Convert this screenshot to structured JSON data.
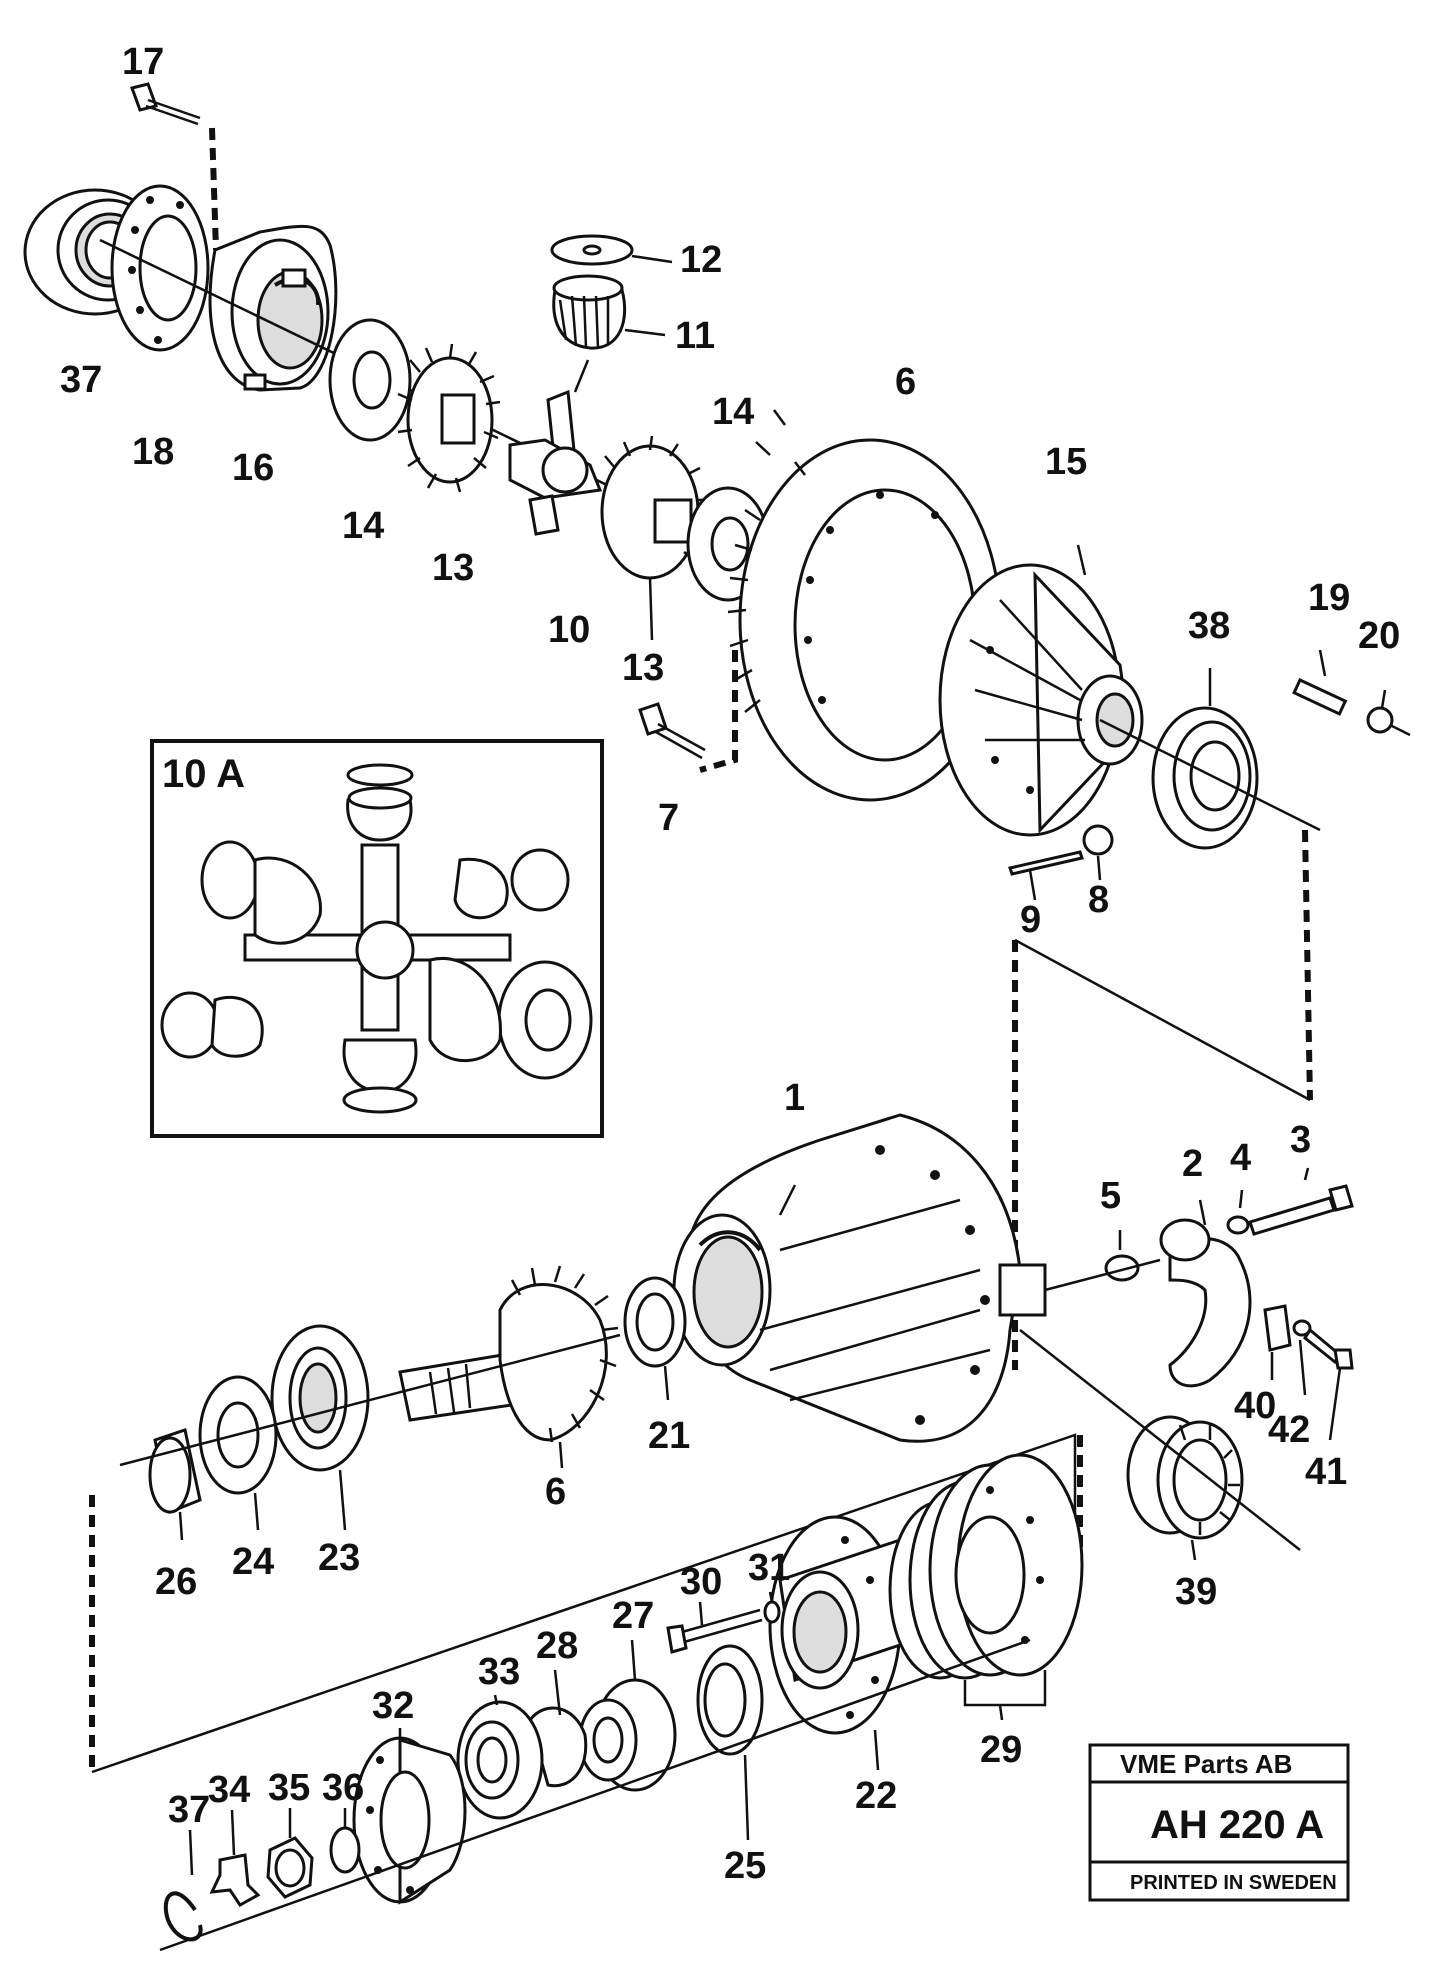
{
  "diagram": {
    "inset_label": "10 A",
    "title_block": {
      "company": "VME Parts AB",
      "code": "AH 220 A",
      "footer": "PRINTED IN SWEDEN"
    },
    "callouts": {
      "c1": "1",
      "c2": "2",
      "c3": "3",
      "c4": "4",
      "c5": "5",
      "c6a": "6",
      "c6b": "6",
      "c7": "7",
      "c8": "8",
      "c9": "9",
      "c10": "10",
      "c11": "11",
      "c12": "12",
      "c13a": "13",
      "c13b": "13",
      "c14a": "14",
      "c14b": "14",
      "c15": "15",
      "c16": "16",
      "c17": "17",
      "c18": "18",
      "c19": "19",
      "c20": "20",
      "c21": "21",
      "c22": "22",
      "c23": "23",
      "c24": "24",
      "c25": "25",
      "c26": "26",
      "c27": "27",
      "c28": "28",
      "c29": "29",
      "c30": "30",
      "c31": "31",
      "c32": "32",
      "c33": "33",
      "c34": "34",
      "c35": "35",
      "c36": "36",
      "c37a": "37",
      "c37b": "37",
      "c38": "38",
      "c39": "39",
      "c40": "40",
      "c41": "41",
      "c42": "42"
    }
  }
}
